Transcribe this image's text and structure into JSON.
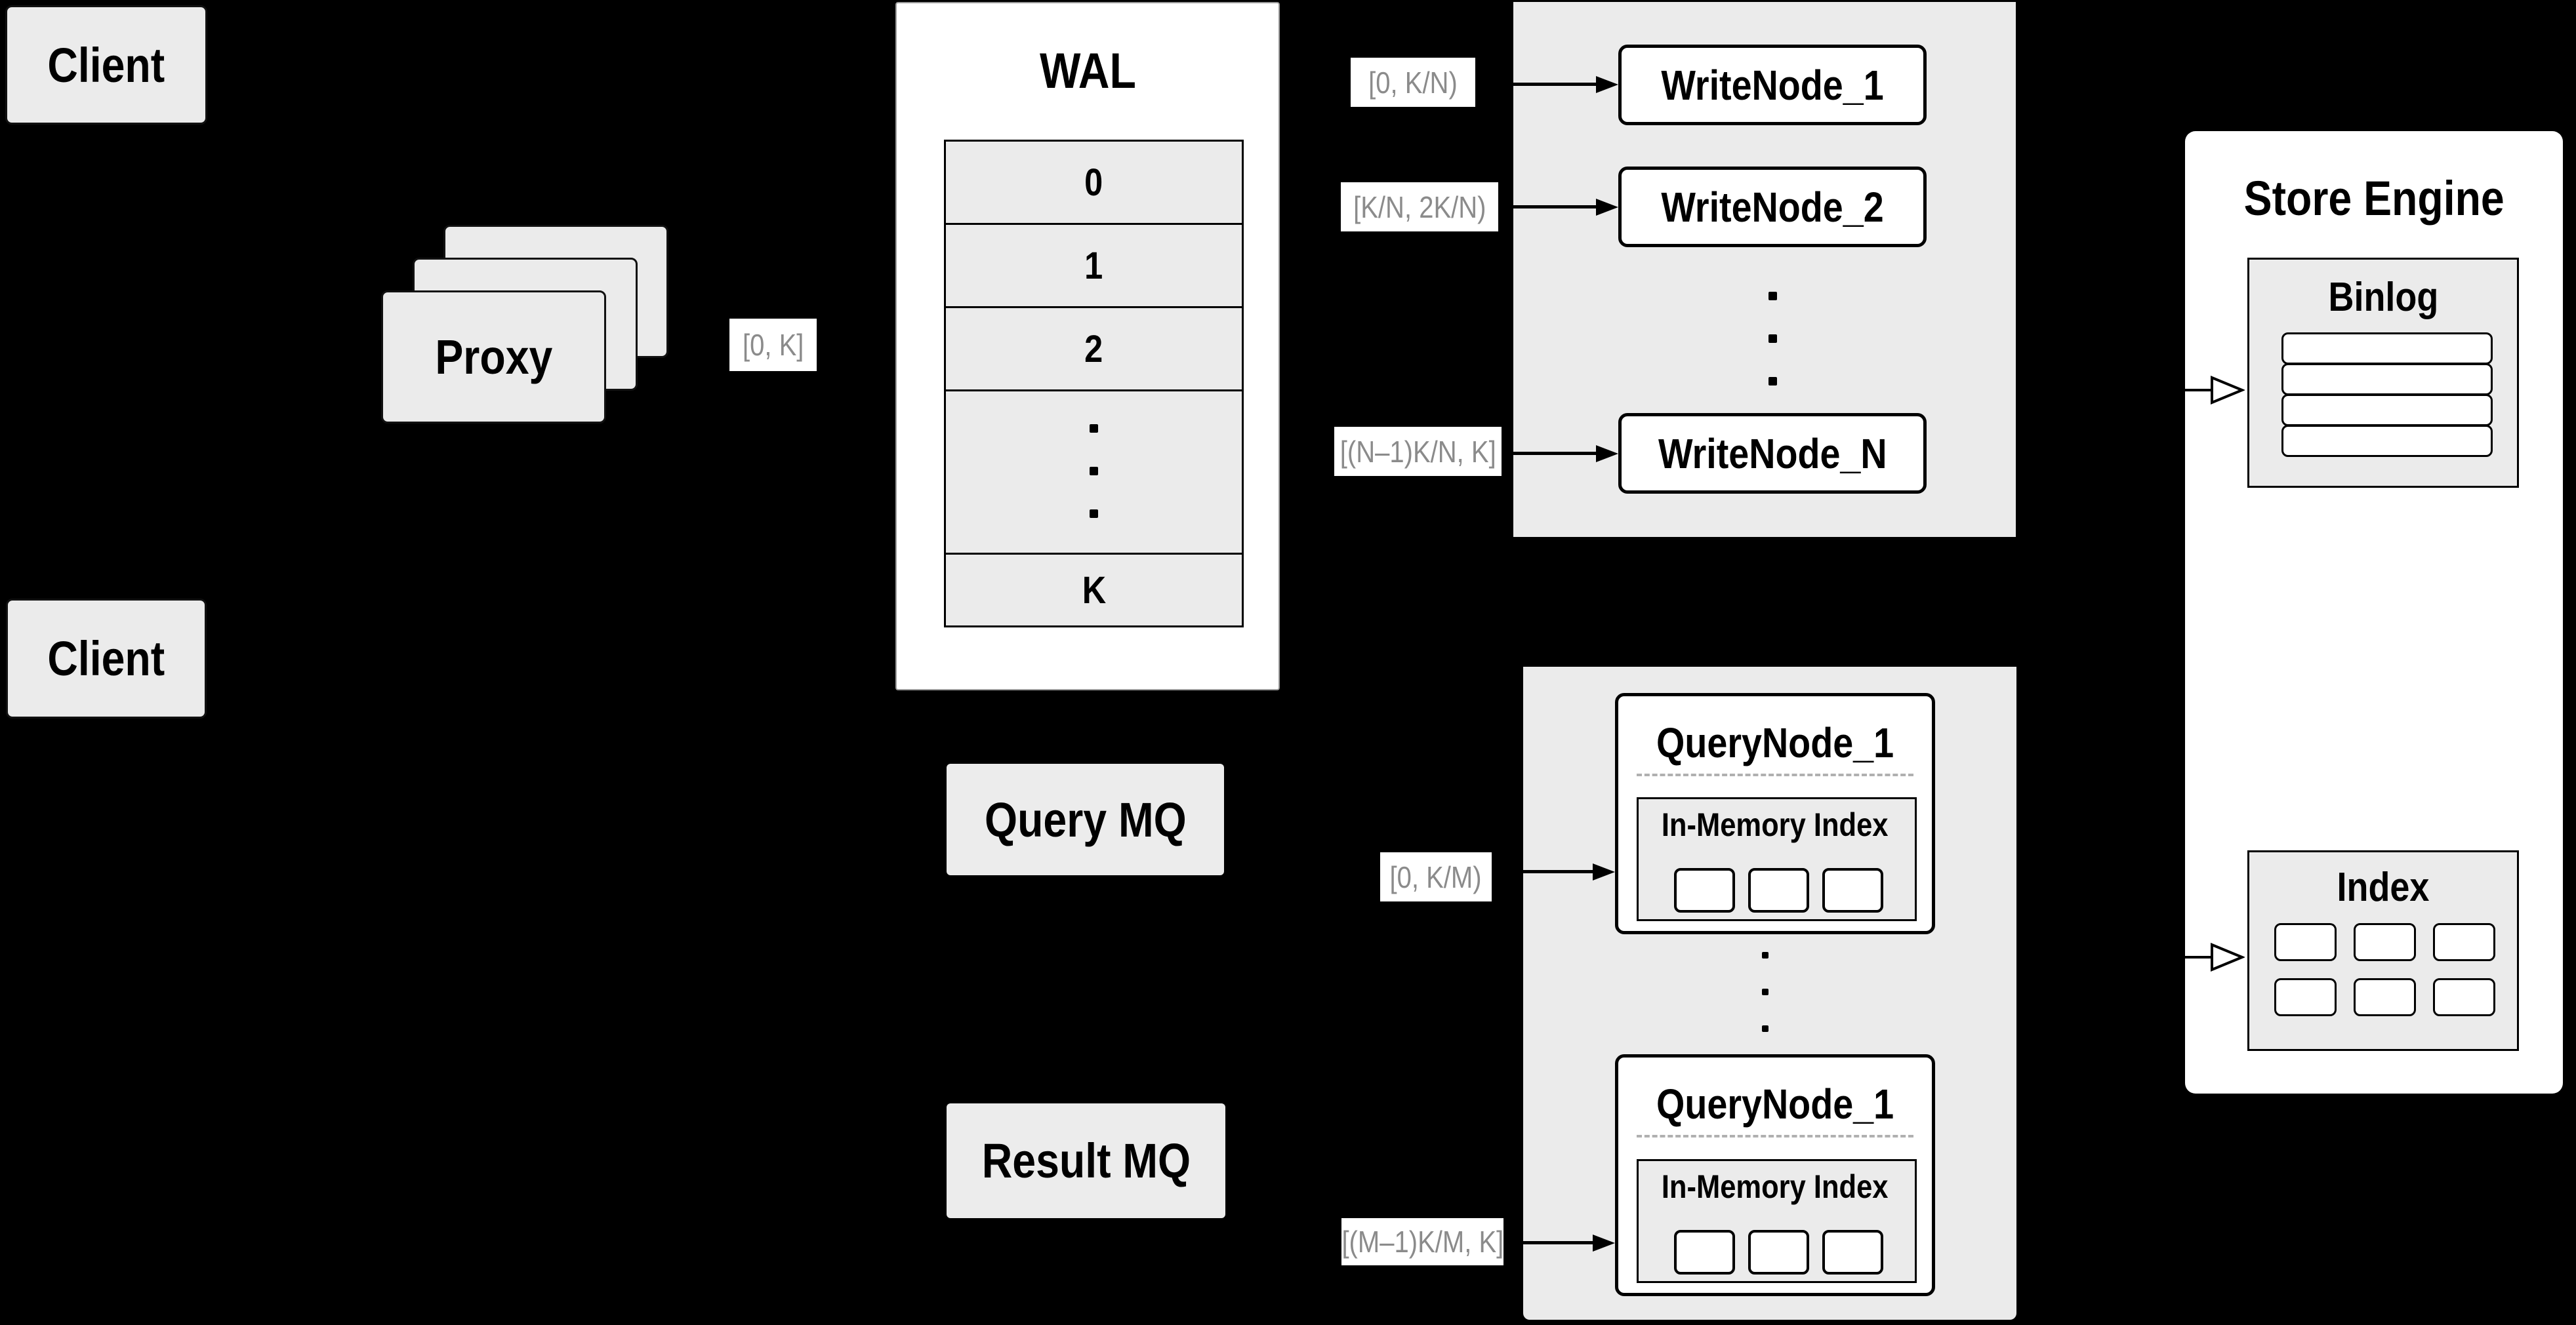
{
  "colors": {
    "background": "#000000",
    "panel_gray": "#ebebeb",
    "box_white": "#ffffff",
    "label_text": "#8b8b8b",
    "line_black": "#000000"
  },
  "clients": {
    "top": "Client",
    "bottom": "Client"
  },
  "proxy": {
    "label": "Proxy"
  },
  "wal": {
    "title": "WAL",
    "rows": [
      "0",
      "1",
      "2"
    ],
    "row_k": "K"
  },
  "labels": {
    "proxy_out": "[0, K]",
    "write_node_1": "[0, K/N)",
    "write_node_2": "[K/N, 2K/N)",
    "write_node_n": "[(N–1)K/N, K]",
    "query_node_1": "[0, K/M)",
    "query_node_m": "[(M–1)K/M, K]"
  },
  "write_nodes": {
    "first": "WriteNode_1",
    "second": "WriteNode_2",
    "last": "WriteNode_N"
  },
  "mq": {
    "query": "Query MQ",
    "result": "Result MQ"
  },
  "query_nodes": {
    "top_title": "QueryNode_1",
    "bottom_title": "QueryNode_1",
    "inner_title": "In-Memory Index"
  },
  "store_engine": {
    "title": "Store Engine",
    "binlog_title": "Binlog",
    "index_title": "Index"
  }
}
